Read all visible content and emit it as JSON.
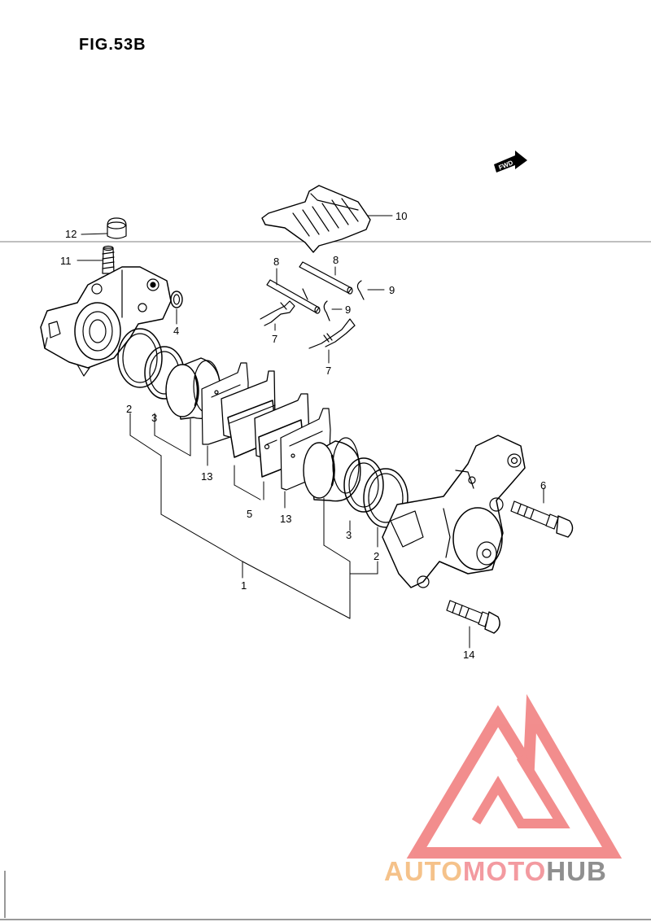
{
  "figure": {
    "title": "FIG.53B"
  },
  "direction_label": "FWD",
  "callouts": {
    "c1": "1",
    "c2a": "2",
    "c2b": "2",
    "c3a": "3",
    "c3b": "3",
    "c4": "4",
    "c5": "5",
    "c6": "6",
    "c7a": "7",
    "c7b": "7",
    "c8a": "8",
    "c8b": "8",
    "c9a": "9",
    "c9b": "9",
    "c10": "10",
    "c11": "11",
    "c12": "12",
    "c13a": "13",
    "c13b": "13",
    "c14": "14"
  },
  "watermark": {
    "part1": "AUTO",
    "part2": "MOTO",
    "part3": "HUB",
    "logo": "triangle-logo"
  },
  "colors": {
    "line": "#000000",
    "watermark_red": "#f07a7a",
    "watermark_orange": "#f5c28a",
    "watermark_gray": "#8f8f8f"
  }
}
